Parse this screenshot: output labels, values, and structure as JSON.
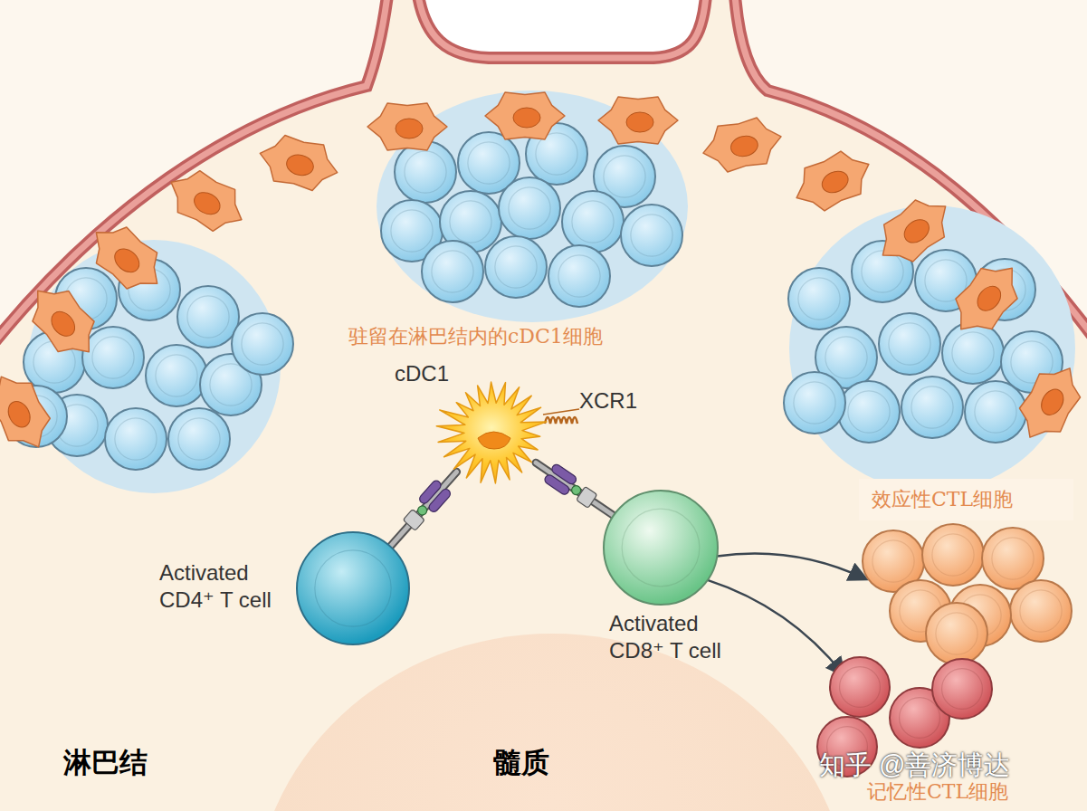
{
  "diagram": {
    "nodes": [
      {
        "text": [
          "cDC1"
        ]
      },
      {
        "text": [
          "Activated CD4⁺ T cell"
        ]
      },
      {
        "text": [
          "Activated CD8⁺ T cell"
        ]
      },
      {
        "text": [
          "效应性CTL细胞"
        ]
      },
      {
        "text": [
          "记忆性CTL细胞"
        ]
      }
    ],
    "edges": [
      {
        "from": 0,
        "to": 1,
        "arrow": "none"
      },
      {
        "from": 0,
        "to": 2,
        "arrow": "none"
      },
      {
        "from": 2,
        "to": 3,
        "arrow": "to"
      },
      {
        "from": 2,
        "to": 4,
        "arrow": "to"
      }
    ],
    "labels": [
      "驻留在淋巴结内的cDC1细胞",
      "XCR1",
      "淋巴结",
      "髓质",
      "知乎 @善济博达"
    ]
  }
}
